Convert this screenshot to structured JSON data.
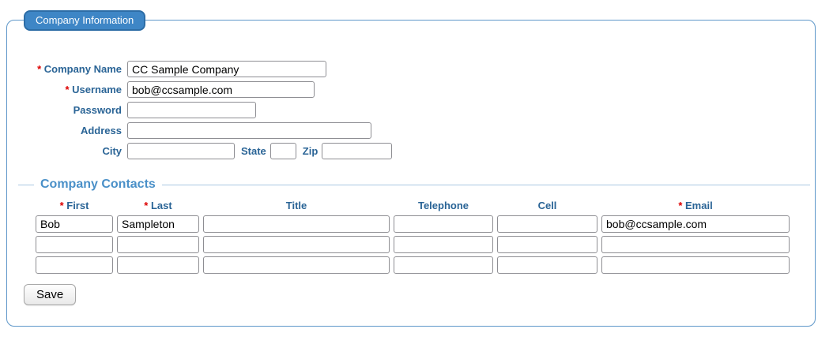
{
  "ui": {
    "required_marker": "*"
  },
  "panel": {
    "tab_label": "Company Information"
  },
  "form": {
    "fields": [
      {
        "label": "Company Name",
        "required": true,
        "value": "CC Sample Company"
      },
      {
        "label": "Username",
        "required": true,
        "value": "bob@ccsample.com"
      },
      {
        "label": "Password",
        "required": false,
        "value": ""
      },
      {
        "label": "Address",
        "required": false,
        "value": ""
      }
    ],
    "city_row": {
      "city_label": "City",
      "city_value": "",
      "state_label": "State",
      "state_value": "",
      "zip_label": "Zip",
      "zip_value": ""
    }
  },
  "contacts": {
    "section_title": "Company Contacts",
    "columns": [
      {
        "label": "First",
        "required": true
      },
      {
        "label": "Last",
        "required": true
      },
      {
        "label": "Title",
        "required": false
      },
      {
        "label": "Telephone",
        "required": false
      },
      {
        "label": "Cell",
        "required": false
      },
      {
        "label": "Email",
        "required": true
      }
    ],
    "rows": [
      {
        "first": "Bob",
        "last": "Sampleton",
        "title": "",
        "telephone": "",
        "cell": "",
        "email": "bob@ccsample.com"
      },
      {
        "first": "",
        "last": "",
        "title": "",
        "telephone": "",
        "cell": "",
        "email": ""
      },
      {
        "first": "",
        "last": "",
        "title": "",
        "telephone": "",
        "cell": "",
        "email": ""
      }
    ]
  },
  "buttons": {
    "save": "Save"
  },
  "colors": {
    "tab_background": "#3e86c6",
    "tab_border": "#2d6da6",
    "panel_border": "#5e97c9",
    "label_blue": "#2a6496",
    "section_title_blue": "#4a90c8",
    "fieldset_line": "#a9c7e2",
    "required_red": "#dd0000",
    "input_border": "#8e8e93"
  }
}
